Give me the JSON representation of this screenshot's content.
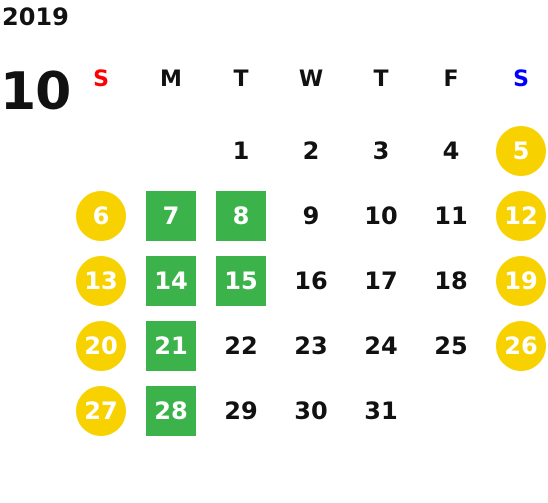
{
  "calendar": {
    "year": "2019",
    "month": "10",
    "colors": {
      "sunday": "#ff0000",
      "saturday": "#0000ff",
      "weekend_circle": "#f8d200",
      "highlight_square": "#3bb34a"
    },
    "weekdays": [
      {
        "label": "S",
        "kind": "sunday"
      },
      {
        "label": "M",
        "kind": "weekday"
      },
      {
        "label": "T",
        "kind": "weekday"
      },
      {
        "label": "W",
        "kind": "weekday"
      },
      {
        "label": "T",
        "kind": "weekday"
      },
      {
        "label": "F",
        "kind": "weekday"
      },
      {
        "label": "S",
        "kind": "saturday"
      }
    ],
    "first_weekday_index": 2,
    "days": [
      {
        "day": "1",
        "style": "plain"
      },
      {
        "day": "2",
        "style": "plain"
      },
      {
        "day": "3",
        "style": "plain"
      },
      {
        "day": "4",
        "style": "plain"
      },
      {
        "day": "5",
        "style": "circle"
      },
      {
        "day": "6",
        "style": "circle"
      },
      {
        "day": "7",
        "style": "square"
      },
      {
        "day": "8",
        "style": "square"
      },
      {
        "day": "9",
        "style": "plain"
      },
      {
        "day": "10",
        "style": "plain"
      },
      {
        "day": "11",
        "style": "plain"
      },
      {
        "day": "12",
        "style": "circle"
      },
      {
        "day": "13",
        "style": "circle"
      },
      {
        "day": "14",
        "style": "square"
      },
      {
        "day": "15",
        "style": "square"
      },
      {
        "day": "16",
        "style": "plain"
      },
      {
        "day": "17",
        "style": "plain"
      },
      {
        "day": "18",
        "style": "plain"
      },
      {
        "day": "19",
        "style": "circle"
      },
      {
        "day": "20",
        "style": "circle"
      },
      {
        "day": "21",
        "style": "square"
      },
      {
        "day": "22",
        "style": "plain"
      },
      {
        "day": "23",
        "style": "plain"
      },
      {
        "day": "24",
        "style": "plain"
      },
      {
        "day": "25",
        "style": "plain"
      },
      {
        "day": "26",
        "style": "circle"
      },
      {
        "day": "27",
        "style": "circle"
      },
      {
        "day": "28",
        "style": "square"
      },
      {
        "day": "29",
        "style": "plain"
      },
      {
        "day": "30",
        "style": "plain"
      },
      {
        "day": "31",
        "style": "plain"
      }
    ]
  }
}
